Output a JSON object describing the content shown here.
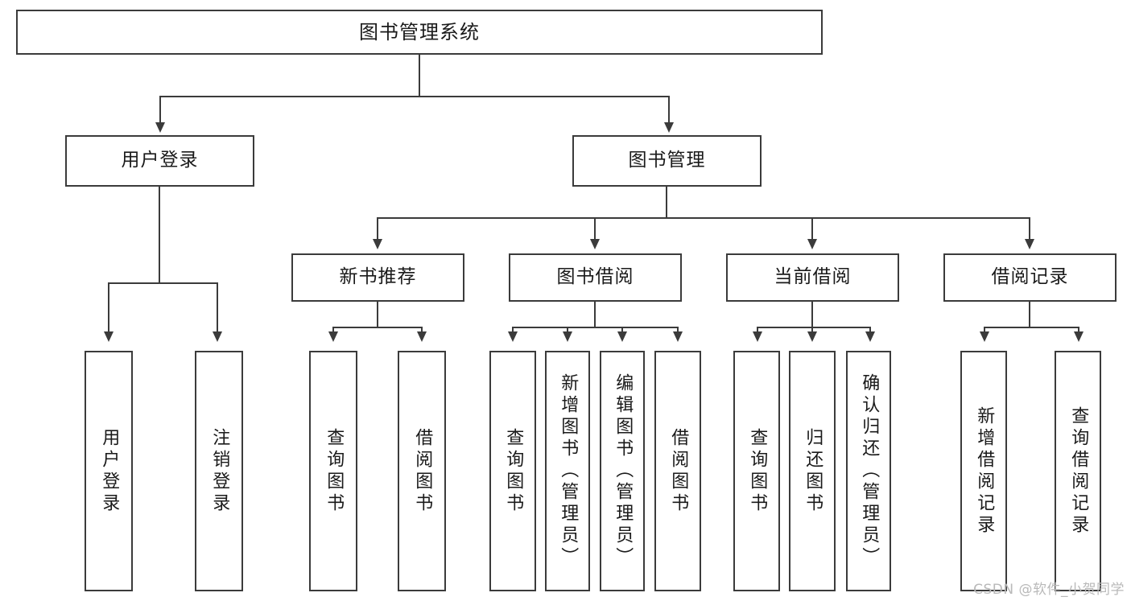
{
  "diagram": {
    "type": "tree-hierarchy",
    "title": "图书管理系统",
    "watermark": "CSDN @软件_小贺同学",
    "colors": {
      "stroke": "#3b3b3b",
      "fill": "#ffffff",
      "text": "#1a1a1a",
      "watermark": "#b9b9b9"
    },
    "levels": {
      "root": {
        "label": "图书管理系统"
      },
      "level2": [
        {
          "label": "用户登录"
        },
        {
          "label": "图书管理"
        }
      ],
      "level3": [
        {
          "label": "新书推荐"
        },
        {
          "label": "图书借阅"
        },
        {
          "label": "当前借阅"
        },
        {
          "label": "借阅记录"
        }
      ]
    },
    "leaves": {
      "user_login": [
        {
          "label": "用户登录"
        },
        {
          "label": "注销登录"
        }
      ],
      "new_book_recommend": [
        {
          "label": "查询图书"
        },
        {
          "label": "借阅图书"
        }
      ],
      "book_borrow": [
        {
          "label": "查询图书"
        },
        {
          "label": "新增图书（管理员）"
        },
        {
          "label": "编辑图书（管理员）"
        },
        {
          "label": "借阅图书"
        }
      ],
      "current_borrow": [
        {
          "label": "查询图书"
        },
        {
          "label": "归还图书"
        },
        {
          "label": "确认归还（管理员）"
        }
      ],
      "borrow_records": [
        {
          "label": "新增借阅记录"
        },
        {
          "label": "查询借阅记录"
        }
      ]
    }
  }
}
